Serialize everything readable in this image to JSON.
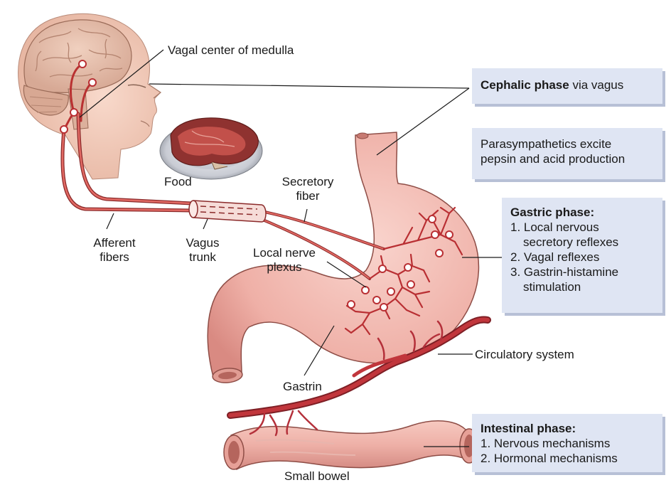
{
  "labels": {
    "vagal_center": "Vagal center of medulla",
    "food": "Food",
    "secretory_fiber": [
      "Secretory",
      "fiber"
    ],
    "afferent_fibers": [
      "Afferent",
      "fibers"
    ],
    "vagus_trunk": [
      "Vagus",
      "trunk"
    ],
    "local_nerve_plexus": [
      "Local nerve",
      "plexus"
    ],
    "gastrin": "Gastrin",
    "circulatory_system": "Circulatory system",
    "small_bowel": "Small bowel"
  },
  "boxes": {
    "cephalic": {
      "title": "Cephalic phase",
      "rest": " via vagus"
    },
    "parasympathetic": [
      "Parasympathetics excite",
      "pepsin and acid production"
    ],
    "gastric": {
      "title": "Gastric phase:",
      "items": [
        "1. Local nervous",
        "secretory reflexes",
        "2. Vagal reflexes",
        "3. Gastrin-histamine",
        "stimulation"
      ]
    },
    "intestinal": {
      "title": "Intestinal phase:",
      "items": [
        "1. Nervous mechanisms",
        "2. Hormonal mechanisms"
      ]
    }
  },
  "colors": {
    "skin": "#f3cdbd",
    "brain": "#e8c3b2",
    "nerve": "#c23a3a",
    "stomach": "#f0b8b0",
    "vessel": "#b8323a",
    "box": "#dfe5f3"
  }
}
